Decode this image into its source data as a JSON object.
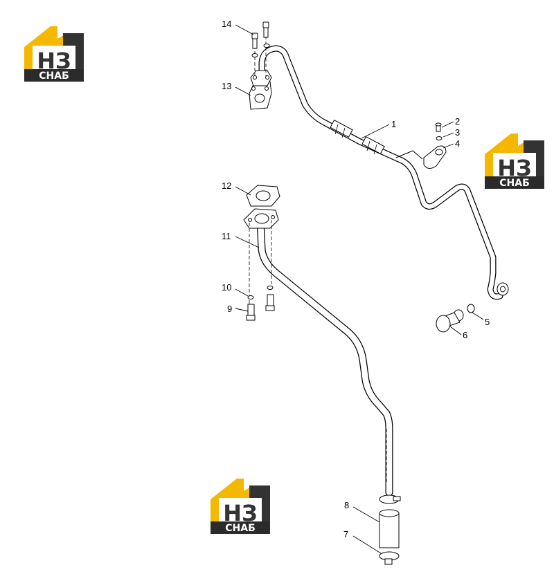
{
  "callouts": [
    "1",
    "2",
    "3",
    "4",
    "5",
    "6",
    "7",
    "8",
    "9",
    "10",
    "11",
    "12",
    "13",
    "14"
  ],
  "watermark": {
    "big_text": "НЗ",
    "small_text": "СНАБ",
    "colors": {
      "roof": "#f5b800",
      "dark": "#333333",
      "band": "#2b2b2b",
      "text": "#ffffff"
    }
  }
}
